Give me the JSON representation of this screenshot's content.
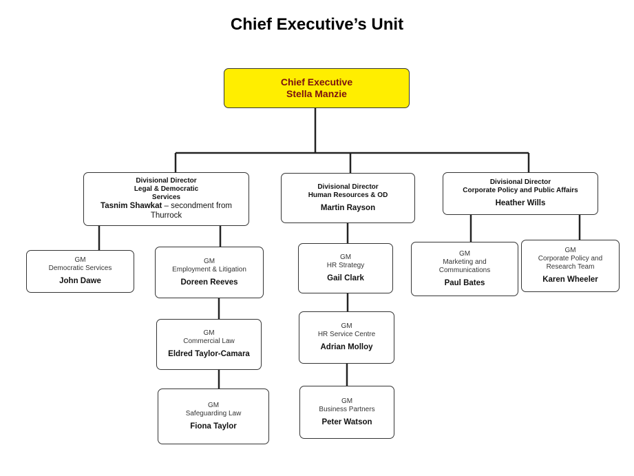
{
  "title": "Chief Executive’s Unit",
  "ceo": {
    "role": "Chief Executive",
    "name": "Stella Manzie"
  },
  "legal": {
    "role1": "Divisional Director",
    "role2": "Legal & Democratic",
    "role3": "Services",
    "name": "Tasnim Shawkat",
    "note": " – secondment from",
    "note2": "Thurrock"
  },
  "hr": {
    "role1": "Divisional Director",
    "role2": "Human Resources & OD",
    "name": "Martin Rayson"
  },
  "policy": {
    "role1": "Divisional Director",
    "role2": "Corporate Policy and Public Affairs",
    "name": "Heather Wills"
  },
  "gm_democratic": {
    "gm": "GM",
    "dept": "Democratic Services",
    "name": "John Dawe"
  },
  "gm_employment": {
    "gm": "GM",
    "dept": "Employment & Litigation",
    "name": "Doreen Reeves"
  },
  "gm_commercial": {
    "gm": "GM",
    "dept": "Commercial Law",
    "name": "Eldred Taylor-Camara"
  },
  "gm_safeguarding": {
    "gm": "GM",
    "dept": "Safeguarding Law",
    "name": "Fiona Taylor"
  },
  "gm_hrstrategy": {
    "gm": "GM",
    "dept": "HR Strategy",
    "name": "Gail Clark"
  },
  "gm_hrservice": {
    "gm": "GM",
    "dept": "HR Service Centre",
    "name": "Adrian Molloy"
  },
  "gm_business": {
    "gm": "GM",
    "dept": "Business Partners",
    "name": "Peter Watson"
  },
  "gm_marketing": {
    "gm": "GM",
    "dept1": "Marketing and",
    "dept2": "Communications",
    "name": "Paul Bates"
  },
  "gm_corppolicy": {
    "gm": "GM",
    "dept1": "Corporate Policy and",
    "dept2": "Research Team",
    "name": "Karen Wheeler"
  }
}
